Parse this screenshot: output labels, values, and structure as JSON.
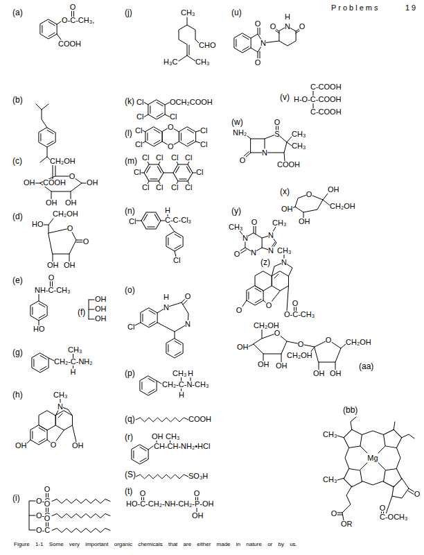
{
  "diagram": {
    "caption": "Figure 1-1 Some very important organic chemicals that are either made in nature or by us.",
    "labels": [
      "Problems",
      "19",
      "(a)",
      "O",
      "O-C-CH₃,",
      "COOH",
      "(b)",
      "COOH",
      "(c)",
      "CH₂OH",
      "O",
      "OH",
      "OH",
      "OH",
      "OH",
      "(d)",
      "CH₂OH",
      "HO",
      "O",
      "O",
      "OH",
      "OH",
      "(e)",
      "O",
      "NH-C-CH₃",
      "HO",
      "(f)",
      "OH",
      "OH",
      "OH",
      "(g)",
      "CH₃",
      "CH₂-C-NH₂",
      "H",
      "(h)",
      "CH₃",
      "N",
      "O",
      "OH",
      "OH",
      "(i)",
      "O",
      "O-C",
      "O",
      "O-C",
      "O",
      "O-C",
      "(j)",
      "CH₃",
      "CHO",
      "H₃C",
      "CH₃",
      "(k)",
      "Cl",
      "OCH₂COOH",
      "Cl",
      "Cl",
      "(l)",
      "Cl",
      "Cl",
      "O",
      "O",
      "Cl",
      "Cl",
      "(m)",
      "Cl",
      "Cl",
      "Cl",
      "Cl",
      "Cl",
      "Cl",
      "Cl",
      "Cl",
      "Cl",
      "Cl",
      "(n)",
      "Cl",
      "H",
      "C-C-Cl₃",
      "Cl",
      "(o)",
      "H",
      "N",
      "O",
      "N",
      "Cl",
      "(p)",
      "CH₃",
      "H",
      "CH₂-C-N-CH₃",
      "H",
      "(q)",
      "COOH",
      "(r)",
      "OH",
      "CH₃",
      "CH-CH-NH₂•HCl",
      "(S)",
      "SO₃H",
      "(t)",
      "O",
      "HO-C-CH₂-NH-CH₂-P-OH",
      "O",
      "OH",
      "(u)",
      "O",
      "N",
      "O",
      "H",
      "N",
      "O",
      "O",
      "(v)",
      "C-COOH",
      "H-O-C-COOH",
      "C-COOH",
      "(w)",
      "NH₂",
      "O",
      "S",
      "CH₃",
      "CH₃",
      "N",
      "O",
      "COOH",
      "(x)",
      "O",
      "OH",
      "CH₂OH",
      "OH",
      "OH",
      "(y)",
      "O",
      "CH₃",
      "CH₃",
      "N",
      "N",
      "O",
      "N",
      "N",
      "(z)",
      "CH₃",
      "N",
      "O",
      "O",
      "O",
      "O-C-CH₃",
      "CH₂OH",
      "O",
      "OH",
      "OH",
      "OH",
      "O",
      "CH₂OH",
      "O",
      "CH₂OH",
      "OH",
      "OH",
      "(aa)",
      "(bb)",
      "CH₃",
      "CH₃",
      "Mg",
      "O",
      "O",
      "C-OCH₃",
      "O",
      "OR"
    ]
  }
}
